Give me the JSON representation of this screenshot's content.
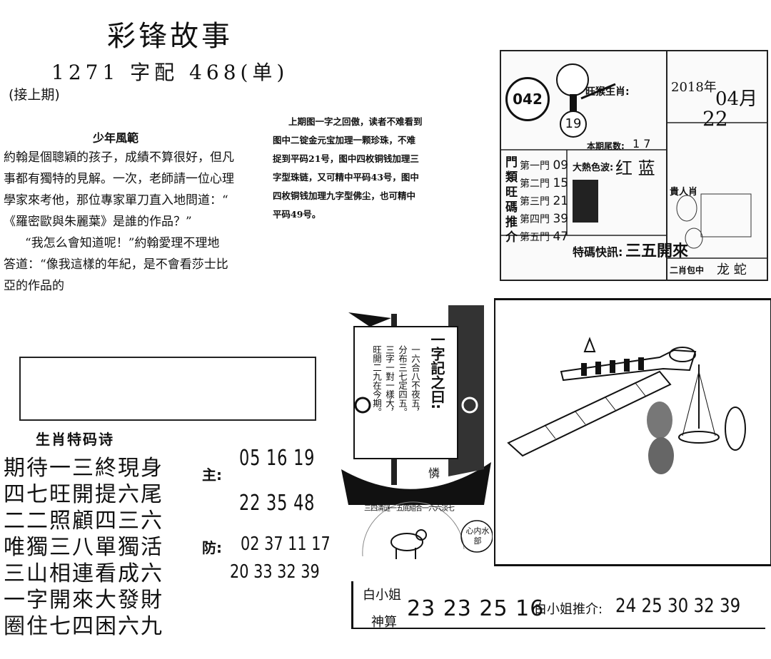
{
  "title": "彩锋故事",
  "issue": {
    "line": "1271 字配 468(单)",
    "continued": "(接上期)"
  },
  "story": {
    "heading": "少年風範",
    "lines": [
      "約翰是個聰穎的孩子，成績不算很好，但凡",
      "事都有獨特的見解。一次，老師請一位心理",
      "學家來考他，那位專家單刀直入地問道：“",
      "《羅密歐與朱麗葉》是誰的作品？”",
      "“我怎么會知道呢！”約翰愛理不理地",
      "答道：“像我這樣的年紀，是不會看莎士比",
      "亞的作品的"
    ]
  },
  "puzzle_text": [
    "上期图一字之回傲，读者不难看到",
    "图中二锭金元宝加理一颗珍珠，不难",
    "捉到平码21号，图中四枚铜钱加理三",
    "字型珠链，又可精中平码43号，图中",
    "四枚铜钱加理九字型佛尘，也可精中",
    "平码49号。"
  ],
  "poem": {
    "title": "生肖特码诗",
    "lines": [
      "期待一三終現身",
      "四七旺開提六尾",
      "二二照顧四三六",
      "唯獨三八單獨活",
      "三山相連看成六",
      "一字開來大發財",
      "圈住七四困六九"
    ]
  },
  "main_label": "主:",
  "main_numbers": [
    "05 16 19",
    "22 35 48"
  ],
  "defense_label": "防:",
  "defense_numbers": [
    "02 37 11 17",
    "20 33 32 39"
  ],
  "panel": {
    "issue_no": "042",
    "ball": "19",
    "zodiac_label": "旺猴生肖:",
    "year": "2018年",
    "month": "04月",
    "day": "22",
    "tail_label": "本期尾数:",
    "tail_value": "1 7",
    "color_label": "大熱色波:",
    "color_value": "红 蓝",
    "gates_label": [
      "門",
      "類",
      "旺",
      "碼",
      "推",
      "介"
    ],
    "gates": [
      {
        "name": "第一門",
        "value": "09"
      },
      {
        "name": "第二門",
        "value": "15"
      },
      {
        "name": "第三門",
        "value": "21"
      },
      {
        "name": "第四門",
        "value": "39"
      },
      {
        "name": "第五門",
        "value": "47"
      }
    ],
    "tip_label": "特碼快訊:",
    "tip_value": "三五開來",
    "noble_label": "貴人肖",
    "zodiac_pair_label": "二肖包中",
    "zodiac_pair": "龙 蛇"
  },
  "ship_text": {
    "heading": "一字記之曰:",
    "left_col": [
      "一六合八不夜五，",
      "分布三七定四五。",
      "三字一對一樣大，",
      "旺開二九在今期。"
    ],
    "tag": "憐"
  },
  "ox_text": {
    "arc": "三四清谜一五底組合一六六淡七",
    "side": "心内水部"
  },
  "bottom": {
    "name": "白小姐",
    "subtitle": "神算",
    "numbers": "23 23 25 16",
    "recommend_label": "白小姐推介:",
    "recommend_numbers": "24 25 30 32 39"
  }
}
